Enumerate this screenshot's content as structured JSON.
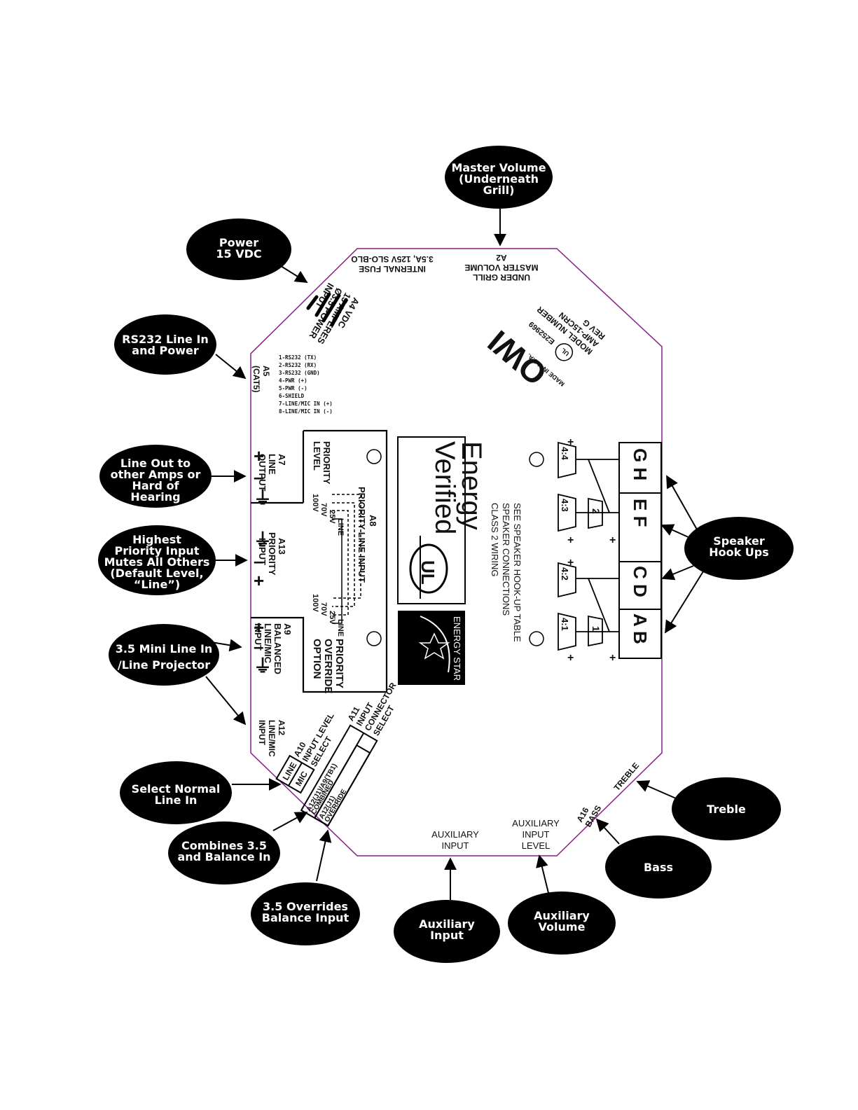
{
  "callouts": {
    "master_volume": [
      "Master Volume",
      "(Underneath",
      "Grill)"
    ],
    "power": [
      "Power",
      "15 VDC"
    ],
    "rs232": [
      "RS232 Line In",
      "and Power"
    ],
    "line_out": [
      "Line Out to",
      "other Amps or",
      "Hard of",
      "Hearing"
    ],
    "highest_priority": [
      "Highest",
      "Priority Input",
      "Mutes All Others",
      "(Default Level,",
      "“Line”)"
    ],
    "mini_line_in": [
      "3.5 Mini Line In",
      "/Line Projector"
    ],
    "select_normal": [
      "Select Normal",
      "Line In"
    ],
    "combines": [
      "Combines 3.5",
      "and Balance In"
    ],
    "overrides": [
      "3.5 Overrides",
      "Balance Input"
    ],
    "aux_input": [
      "Auxiliary",
      "Input"
    ],
    "aux_volume": [
      "Auxiliary",
      "Volume"
    ],
    "bass": [
      "Bass"
    ],
    "treble": [
      "Treble"
    ],
    "speaker_hookups": [
      "Speaker",
      "Hook Ups"
    ]
  },
  "board": {
    "fuse": [
      "INTERNAL FUSE",
      "3.5A, 125V SLO-BLO"
    ],
    "master": [
      "A2",
      "MASTER VOLUME",
      "UNDER GRILL"
    ],
    "power_input": [
      "A4 VDC",
      "15 AMPERES",
      "Ø3.5 POWER",
      "INPUT"
    ],
    "model": [
      "MODEL NUMBER",
      "AMP-15CRN",
      "REV G"
    ],
    "ul_number": "E252969",
    "made_in": "MADE IN U.S.A.",
    "brand": "OWI",
    "a5": [
      "A5",
      "(CAT5)"
    ],
    "rs232_pins": [
      "1-RS232 (TX)",
      "2-RS232 (RX)",
      "3-RS232 (GND)",
      "4-PWR (+)",
      "5-PWR (-)",
      "6-SHIELD",
      "7-LINE/MIC IN (+)",
      "8-LINE/MIC IN (-)"
    ],
    "a7": [
      "A7",
      "LINE",
      "OUTPUT"
    ],
    "priority_level": [
      "PRIORITY",
      "LEVEL"
    ],
    "a8": [
      "A8",
      "PRIORITY LINE INPUT"
    ],
    "levels": [
      "100V",
      "70V",
      "25V",
      "LINE"
    ],
    "a13": [
      "A13",
      "PRIORITY",
      "INPUT"
    ],
    "a9": [
      "A9",
      "BALANCED",
      "LINE/MIC",
      "INPUT"
    ],
    "priority_override": [
      "PRIORITY",
      "OVERRIDE",
      "OPTION"
    ],
    "a12": [
      "A12",
      "LINE/MIC",
      "INPUT"
    ],
    "a10": [
      "A10",
      "INPUT LEVEL",
      "SELECT"
    ],
    "line_label": "LINE",
    "mic_label": "MIC",
    "a11": [
      "A11",
      "INPUT",
      "CONNECTOR",
      "SELECT"
    ],
    "combined": [
      "A12(J1)/A9(TB1)",
      "COMBINED"
    ],
    "override": [
      "A12(J1)",
      "OVERRIDE"
    ],
    "aux_input": [
      "AUXILIARY",
      "INPUT"
    ],
    "aux_level": [
      "AUXILIARY",
      "INPUT",
      "LEVEL"
    ],
    "a16": [
      "A16",
      "BASS"
    ],
    "treble": "TREBLE",
    "energy": [
      "Energy",
      "Verified"
    ],
    "energy_star": "ENERGY STAR",
    "class2": [
      "CLASS 2 WIRING",
      "SPEAKER CONNECTIONS",
      "SEE SPEAKER HOOK-UP TABLE"
    ],
    "terminals": [
      "G H",
      "E F",
      "C D",
      "A B"
    ],
    "taps": [
      "4:4",
      "4:3",
      "4:2",
      "4:1"
    ],
    "speaker_numbers": [
      "2",
      "1"
    ],
    "plus": "+",
    "minus": "–"
  },
  "colors": {
    "outline": "#8a1f8a",
    "bubble": "#000000",
    "bubble_text": "#ffffff"
  }
}
